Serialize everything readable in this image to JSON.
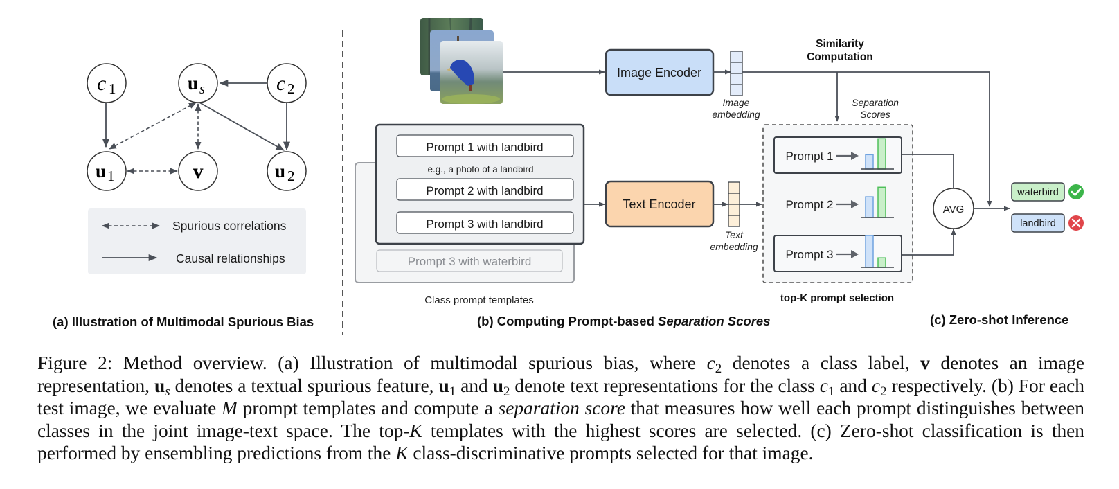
{
  "panel_a": {
    "nodes": {
      "c1": {
        "base": "c",
        "sub": "1"
      },
      "us": {
        "base": "u",
        "sub": "s"
      },
      "c2": {
        "base": "c",
        "sub": "2"
      },
      "u1": {
        "base": "u",
        "sub": "1"
      },
      "v": {
        "base": "v",
        "sub": ""
      },
      "u2": {
        "base": "u",
        "sub": "2"
      }
    },
    "legend": {
      "spurious": "Spurious correlations",
      "causal": "Causal relationships"
    },
    "title": "(a) Illustration of Multimodal Spurious Bias"
  },
  "panel_b": {
    "image_encoder": "Image Encoder",
    "image_embedding_line1": "Image",
    "image_embedding_line2": "embedding",
    "text_encoder": "Text Encoder",
    "text_embedding_line1": "Text",
    "text_embedding_line2": "embedding",
    "prompts": [
      "Prompt 1 with landbird",
      "Prompt 2 with landbird",
      "Prompt 3 with landbird"
    ],
    "example": "e.g., a photo of a landbird",
    "back_prompt": "Prompt 3 with waterbird",
    "templates_label": "Class prompt templates",
    "similarity_line1": "Similarity",
    "similarity_line2": "Computation",
    "separation_line1": "Separation",
    "separation_line2": "Scores",
    "score_rows": [
      {
        "label": "Prompt 1",
        "blue": 0.45,
        "green": 0.95,
        "selected": true
      },
      {
        "label": "Prompt 2",
        "blue": 0.65,
        "green": 0.95,
        "selected": false
      },
      {
        "label": "Prompt 3",
        "blue": 1.0,
        "green": 0.3,
        "selected": true
      }
    ],
    "topk_label": "top-K prompt selection",
    "title_prefix": "(b) Computing Prompt-based ",
    "title_italic": "Separation Scores"
  },
  "panel_c": {
    "avg": "AVG",
    "outputs": [
      {
        "label": "waterbird",
        "status": "correct",
        "icon": "check-icon"
      },
      {
        "label": "landbird",
        "status": "incorrect",
        "icon": "cross-icon"
      }
    ],
    "title": "(c) Zero-shot Inference"
  },
  "colors": {
    "image_encoder": "#c9def8",
    "text_encoder": "#fbd5ae",
    "blue_bar": "#cfe2f9",
    "blue_bar_stroke": "#6fa3e0",
    "green_bar": "#c9efc9",
    "green_bar_stroke": "#4fbf5a",
    "check": "#3cb54a",
    "cross": "#e0454a",
    "line": "#4a4f57"
  },
  "caption": {
    "s1": "Figure 2: Method overview. (a) Illustration of multimodal spurious bias, where ",
    "s2": " denotes a class label, ",
    "s3": " denotes an image representation, ",
    "s4": " denotes a textual spurious feature, ",
    "s5": " and ",
    "s6": " denote text representations for the class ",
    "s7": " and ",
    "s8": " respectively. (b) For each test image, we evaluate ",
    "s9": " prompt templates and compute a ",
    "s10": "separation score",
    "s11": " that measures how well each prompt distinguishes between classes in the joint image-text space. The top-",
    "s12": " templates with the highest scores are selected. (c) Zero-shot classification is then performed by ensembling predictions from the ",
    "s13": " class-discriminative prompts selected for that image.",
    "M": "M",
    "K": "K",
    "c": "c",
    "u": "u",
    "v": "v",
    "sub1": "1",
    "sub2": "2",
    "subs": "s"
  }
}
